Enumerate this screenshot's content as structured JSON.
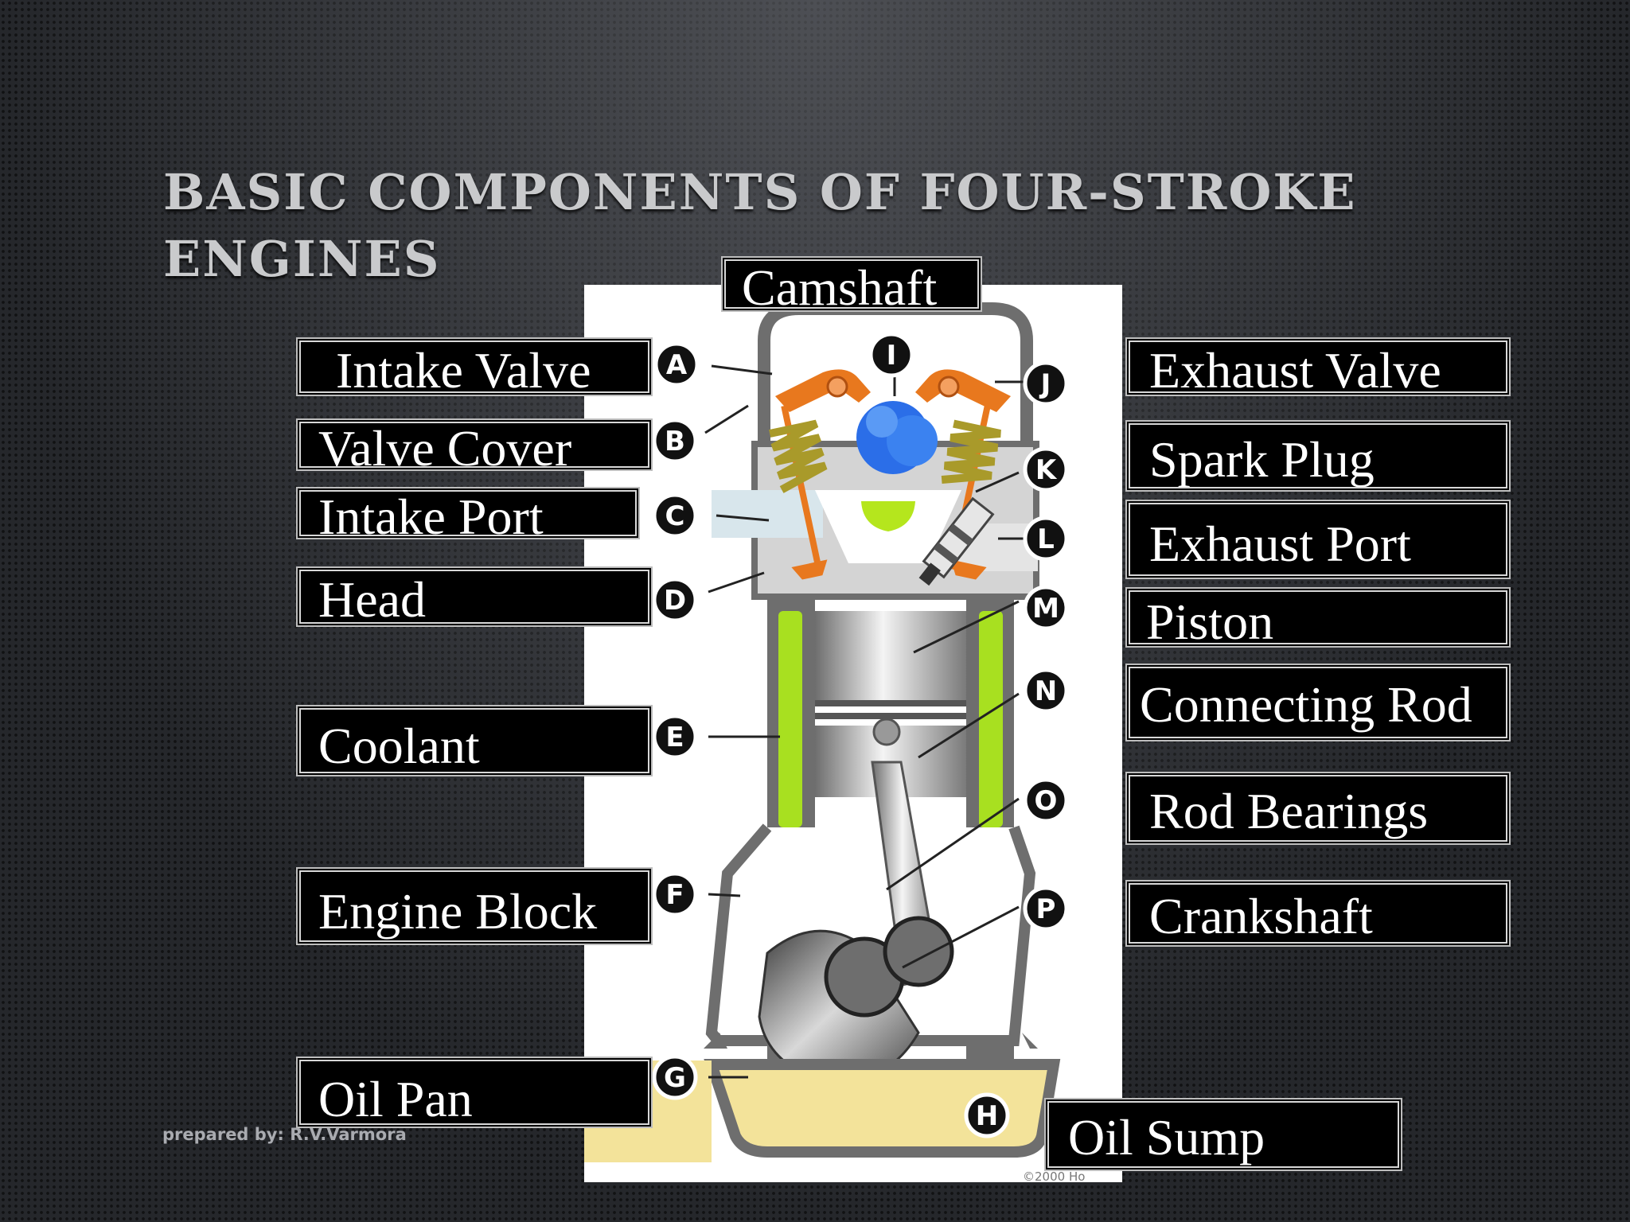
{
  "slide": {
    "title": "BASIC COMPONENTS OF FOUR-STROKE ENGINES",
    "footer": "prepared by: R.V.Varmora",
    "copyright": "©2000 Ho"
  },
  "labels": {
    "camshaft": "Camshaft",
    "intake_valve": "Intake Valve",
    "valve_cover": "Valve Cover",
    "intake_port": "Intake Port",
    "head": "Head",
    "coolant": "Coolant",
    "engine_block": "Engine Block",
    "oil_pan": "Oil Pan",
    "exhaust_valve": "Exhaust Valve",
    "spark_plug": "Spark Plug",
    "exhaust_port": "Exhaust Port",
    "piston": "Piston",
    "connecting_rod": "Connecting Rod",
    "rod_bearings": "Rod Bearings",
    "crankshaft": "Crankshaft",
    "oil_sump": "Oil Sump"
  },
  "markers": {
    "a": "A",
    "b": "B",
    "c": "C",
    "d": "D",
    "e": "E",
    "f": "F",
    "g": "G",
    "h": "H",
    "i": "I",
    "j": "J",
    "k": "K",
    "l": "L",
    "m": "M",
    "n": "N",
    "o": "O",
    "p": "P"
  },
  "colors": {
    "valve_gear": "#e8781e",
    "camshaft": "#2b6ee8",
    "coolant": "#a8e020",
    "oil": "#f3e39a"
  }
}
